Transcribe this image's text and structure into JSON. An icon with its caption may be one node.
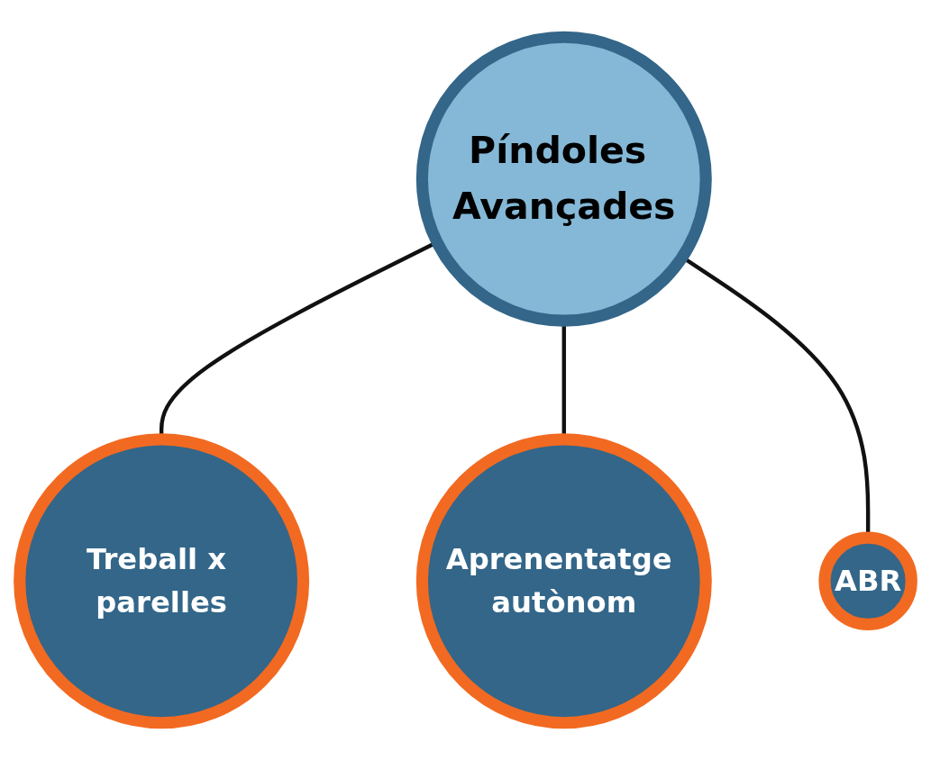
{
  "diagram": {
    "nodes": [
      {
        "text": [
          "Treball x parelles"
        ]
      },
      {
        "text": [
          "Aprenentatge autònom"
        ]
      },
      {
        "text": [
          "Píndoles Avançades"
        ]
      },
      {
        "text": [
          "ABR"
        ]
      }
    ],
    "edges": [
      {
        "from": 2,
        "to": 0,
        "arrow": "none"
      },
      {
        "from": 2,
        "to": 1,
        "arrow": "none"
      },
      {
        "from": 2,
        "to": 3,
        "arrow": "none"
      }
    ]
  }
}
